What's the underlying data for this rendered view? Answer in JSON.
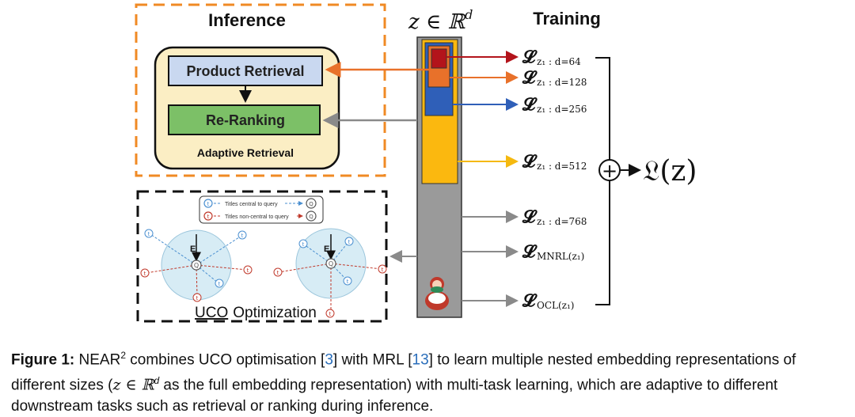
{
  "inference": {
    "title": "Inference",
    "product_retrieval": "Product Retrieval",
    "re_ranking": "Re-Ranking",
    "adaptive_retrieval": "Adaptive Retrieval"
  },
  "uco": {
    "title_part1": "UCO",
    "title_part2": "Optimization",
    "legend_central": "Titles central to query",
    "legend_noncentral": "Titles non-central to query",
    "query_symbol": "Q",
    "title_symbol": "t",
    "e_label": "E"
  },
  "embedding": {
    "header": "z ∈ ℝ",
    "header_sup": "d"
  },
  "training": {
    "title": "Training",
    "losses": [
      {
        "sub": "z₁ : d=64",
        "color": "#b3141b"
      },
      {
        "sub": "z₁ : d=128",
        "color": "#e8712a"
      },
      {
        "sub": "z₁ : d=256",
        "color": "#2f5fb8"
      },
      {
        "sub": "z₁ : d=512",
        "color": "#f5b90f"
      },
      {
        "sub": "z₁ : d=768",
        "color": "#888888"
      },
      {
        "sub": "MNRL(z₁)",
        "color": "#888888"
      },
      {
        "sub": "OCL(z₁)",
        "color": "#888888"
      }
    ],
    "total_loss": "𝔏(z)",
    "loss_symbol": "𝓛",
    "plus_symbol": "+"
  },
  "colors": {
    "orange_dash": "#f08a24",
    "yellow_box": "#fbeec4",
    "blue_box": "#c9d8f0",
    "green_box": "#7cc067",
    "gray_bar": "#9a9a9a",
    "amber": "#fbb80f"
  },
  "caption": {
    "label": "Figure 1:",
    "part1": " NEAR",
    "sup": "2",
    "part2": " combines UCO optimisation [",
    "ref1": "3",
    "part3": "] with MRL [",
    "ref2": "13",
    "part4": "] to learn multiple nested embedding representations of different sizes (",
    "math": "z ∈ ℝ",
    "math_sup": "d",
    "part5": " as the full embedding representation) with multi-task learning, which are adaptive to different downstream tasks such as retrieval or ranking during inference."
  }
}
